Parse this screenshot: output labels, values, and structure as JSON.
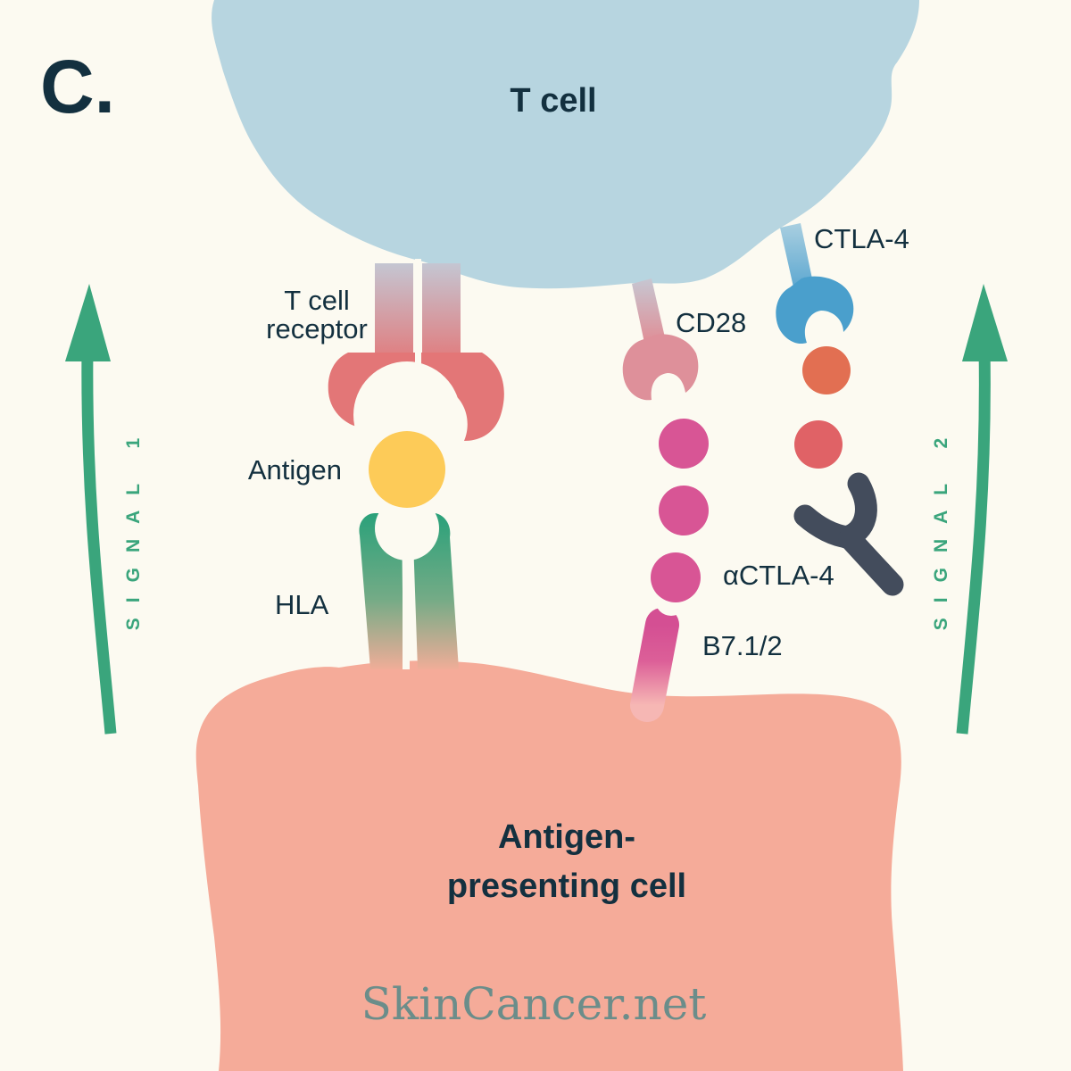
{
  "panel_label": "C.",
  "cells": {
    "t_cell": "T cell",
    "apc_line1": "Antigen-",
    "apc_line2": "presenting cell"
  },
  "molecules": {
    "tcr_line1": "T cell",
    "tcr_line2": "receptor",
    "antigen": "Antigen",
    "hla": "HLA",
    "cd28": "CD28",
    "ctla4": "CTLA-4",
    "b7": "B7.1/2",
    "anti_ctla4": "αCTLA-4"
  },
  "signals": {
    "signal1": "SIGNAL 1",
    "signal2": "SIGNAL 2"
  },
  "brand": "SkinCancer.net",
  "colors": {
    "background": "#fcfaf1",
    "t_cell": "#b7d5e0",
    "apc": "#f5ab99",
    "tcr": "#e37677",
    "hla": "#2aa17a",
    "antigen": "#fdcb58",
    "b7": "#d85595",
    "ctla4": "#4a9fcc",
    "signal_arrow": "#3aa57c",
    "antibody": "#434c5c",
    "text": "#13303f"
  }
}
